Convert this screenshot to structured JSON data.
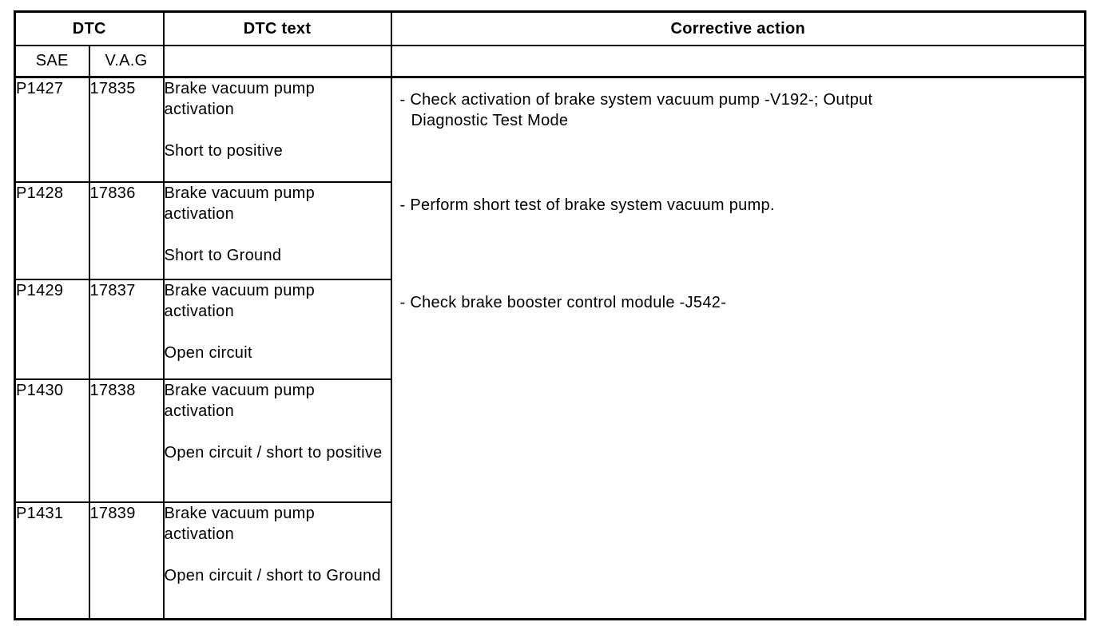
{
  "table": {
    "header": {
      "dtc": "DTC",
      "dtc_text": "DTC text",
      "corrective_action": "Corrective action"
    },
    "subheader": {
      "sae": "SAE",
      "vag": "V.A.G"
    },
    "rows": [
      {
        "sae": "P1427",
        "vag": "17835",
        "fault": "Brake vacuum pump activation",
        "qualifier": "Short to positive"
      },
      {
        "sae": "P1428",
        "vag": "17836",
        "fault": "Brake vacuum pump activation",
        "qualifier": "Short to Ground"
      },
      {
        "sae": "P1429",
        "vag": "17837",
        "fault": "Brake vacuum pump activation",
        "qualifier": "Open circuit"
      },
      {
        "sae": "P1430",
        "vag": "17838",
        "fault": "Brake vacuum pump activation",
        "qualifier": "Open circuit / short to positive"
      },
      {
        "sae": "P1431",
        "vag": "17839",
        "fault": "Brake vacuum pump activation",
        "qualifier": "Open circuit / short to Ground"
      }
    ],
    "corrective_actions": [
      "- Check activation of brake system vacuum pump -V192-; Output Diagnostic Test Mode",
      "- Perform short test of brake system vacuum pump.",
      "- Check brake booster control module -J542-"
    ],
    "colors": {
      "border": "#000000",
      "background": "#ffffff",
      "text": "#000000"
    }
  }
}
